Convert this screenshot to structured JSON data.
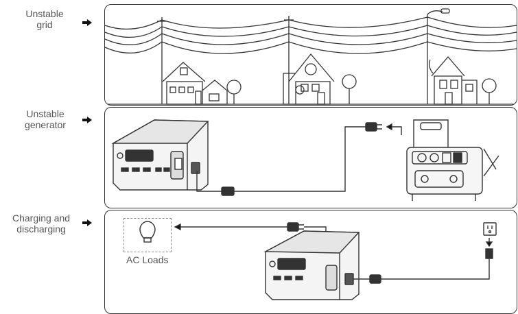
{
  "rows": [
    {
      "label": "Unstable\ngrid"
    },
    {
      "label": "Unstable\ngenerator"
    },
    {
      "label": "Charging and\ndischarging"
    }
  ],
  "ac_loads_label": "AC Loads"
}
